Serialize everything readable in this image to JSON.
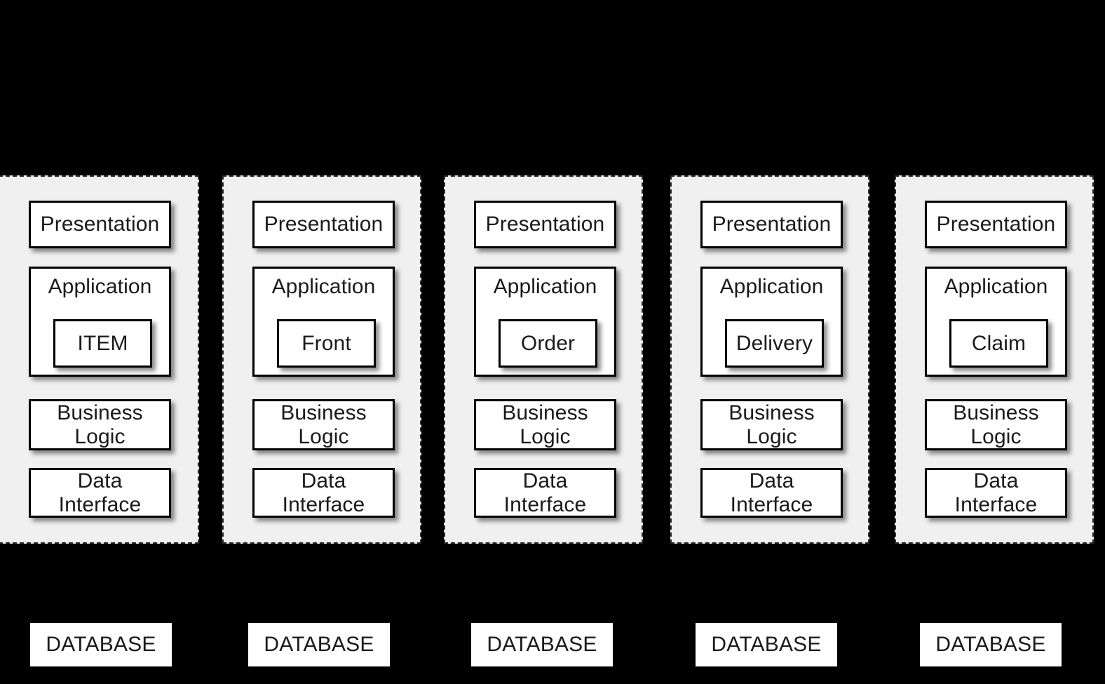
{
  "diagram": {
    "background_color": "#000000",
    "container_fill": "#f0f0f0",
    "box_fill": "#ffffff",
    "stroke_color": "#000000",
    "layer_labels": {
      "presentation": "Presentation",
      "application": "Application",
      "business_logic": "Business\nLogic",
      "data_interface": "Data\nInterface"
    },
    "database_label": "DATABASE",
    "services": [
      {
        "component": "ITEM"
      },
      {
        "component": "Front"
      },
      {
        "component": "Order"
      },
      {
        "component": "Delivery"
      },
      {
        "component": "Claim"
      }
    ],
    "databases": [
      {
        "label": "DATABASE"
      },
      {
        "label": "DATABASE"
      },
      {
        "label": "DATABASE"
      },
      {
        "label": "DATABASE"
      },
      {
        "label": "DATABASE"
      }
    ]
  }
}
